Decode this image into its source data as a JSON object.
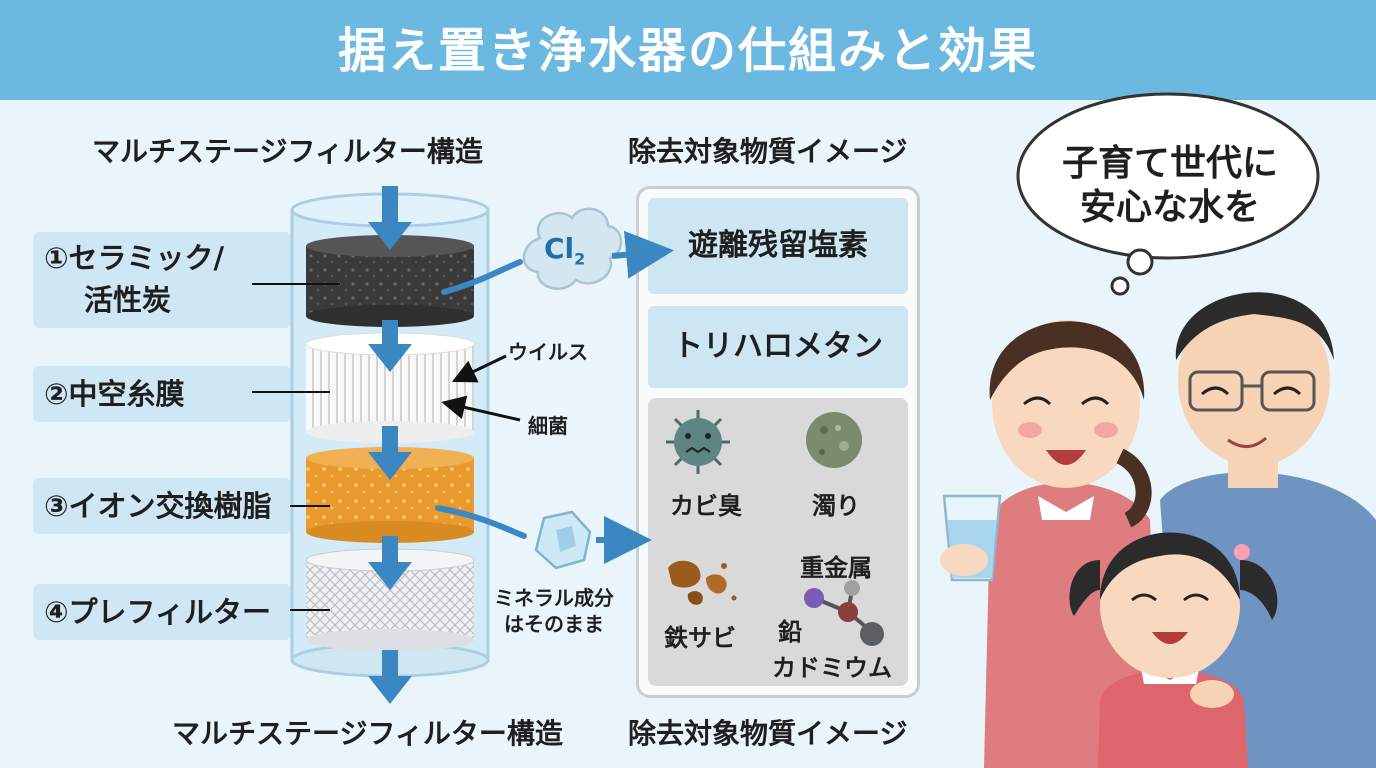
{
  "title": "据え置き浄水器の仕組みと効果",
  "left_heading": "マルチステージフィルター構造",
  "right_heading": "除去対象物質イメージ",
  "bottom_left_caption": "マルチステージフィルター構造",
  "bottom_right_caption": "除去対象物質イメージ",
  "filter_stages": [
    {
      "label_line1": "①セラミック/",
      "label_line2": "活性炭"
    },
    {
      "label_line1": "②中空糸膜",
      "label_line2": ""
    },
    {
      "label_line1": "③イオン交換樹脂",
      "label_line2": ""
    },
    {
      "label_line1": "④プレフィルター",
      "label_line2": ""
    }
  ],
  "hollow_fiber_targets": [
    "ウイルス",
    "細菌"
  ],
  "chlorine_cloud": {
    "symbol": "Cl",
    "subscript": "2"
  },
  "mineral_note": {
    "line1": "ミネラル成分",
    "line2": "はそのまま"
  },
  "removed_substances": {
    "free_chlorine": "遊離残留塩素",
    "trihalomethane": "トリハロメタン",
    "mold_odor": "カビ臭",
    "turbidity": "濁り",
    "rust": "鉄サビ",
    "heavy_metals": "重金属",
    "lead": "鉛",
    "cadmium": "カドミウム"
  },
  "speech_bubble": {
    "line1": "子育て世代に",
    "line2": "安心な水を"
  },
  "colors": {
    "header": "#6bb8e1",
    "background": "#eaf5fb",
    "label_box": "#cfe7f4",
    "arrow": "#3a87c2",
    "carbon_layer": "#3a3a3a",
    "fiber_layer": "#f7f7f7",
    "resin_layer": "#e89a2c",
    "prefilter_layer": "#e4e6ea"
  },
  "icons": [
    "down-arrow-icon",
    "chlorine-cloud-icon",
    "mineral-crystal-icon",
    "virus-icon",
    "mold-spore-icon",
    "rust-flakes-icon",
    "molecule-icon",
    "water-glass-icon"
  ]
}
